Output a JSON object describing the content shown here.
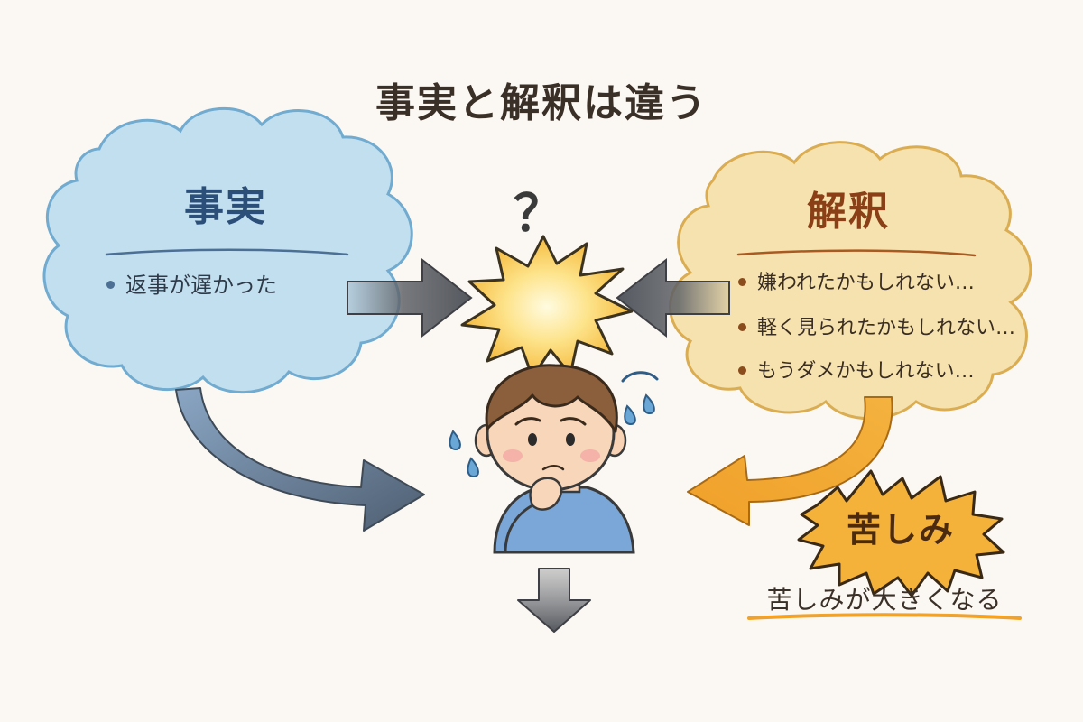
{
  "title": "事実と解釈は違う",
  "fact": {
    "heading": "事実",
    "items": [
      "返事が遅かった"
    ]
  },
  "interpretation": {
    "heading": "解釈",
    "items": [
      "嫌われたかもしれない…",
      "軽く見られたかもしれない…",
      "もうダメかもしれない…"
    ]
  },
  "center": {
    "symbol": "？"
  },
  "suffering": {
    "label": "苦しみ",
    "caption": "苦しみが大きくなる"
  },
  "colors": {
    "background": "#fbf8f3",
    "fact_cloud": "#bcdcee",
    "interpretation_cloud": "#f5dea6",
    "accent_orange": "#f0a22a",
    "arrow_gray": "#5a5d63"
  },
  "icons": [
    "thought-cloud-icon",
    "burst-icon",
    "worried-person-icon",
    "sweat-drop-icon",
    "arrow-icon"
  ]
}
